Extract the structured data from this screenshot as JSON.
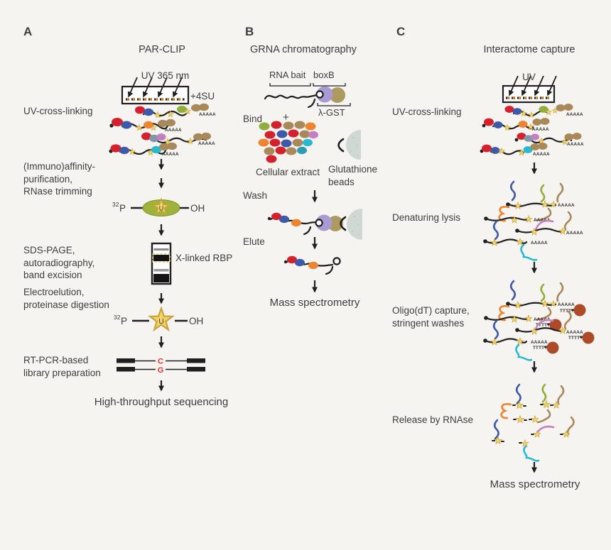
{
  "colors": {
    "bg": "#f5f4f1",
    "text": "#3d3d3d",
    "ink": "#1f1f1f",
    "red": "#d6202c",
    "blue": "#3d59a8",
    "orange": "#ef8430",
    "green": "#8fae3b",
    "tan": "#a9885a",
    "grayblue": "#7f98a8",
    "pink": "#c57fc0",
    "cyan": "#29b9d2",
    "teal": "#2a9db5",
    "star_fill": "#f2d468",
    "star_edge": "#caa53d",
    "olive_ellipse": "#9fb23a",
    "olive_edge": "#7f9631",
    "purple": "#a79bd2",
    "gst_olive": "#ac9a5e",
    "bead_gray": "#cfd8d2",
    "bead_rust": "#ad4a28",
    "dna_letter": "#e8332a",
    "gel_band_dash": "#d6c35e",
    "uv_strip_orange": "#e08a28"
  },
  "glyphs": {
    "poly_a": "AAAAA",
    "poly_t": "TTTTT",
    "uridine": "U",
    "base_c": "C",
    "base_g": "G",
    "iso_32": "32",
    "phosphor": "P",
    "hydroxyl": "OH"
  },
  "panel_a": {
    "letter": "A",
    "title": "PAR-CLIP",
    "uv_label": "UV 365 nm",
    "su_label": "+4SU",
    "step_crosslink": "UV-cross-linking",
    "step_purify": "(Immuno)affinity-\npurification,\nRNase trimming",
    "step_sds": "SDS-PAGE,\nautoradiography,\nband excision",
    "gel_label": "X-linked RBP",
    "step_electro": "Electroelution,\nproteinase digestion",
    "step_rtpcr": "RT-PCR-based\nlibrary preparation",
    "final": "High-throughput sequencing"
  },
  "panel_b": {
    "letter": "B",
    "title": "GRNA chromatography",
    "rna_bait": "RNA bait",
    "boxb": "boxB",
    "lambda_gst": "λ-GST",
    "bind": "Bind",
    "plus": "+",
    "extract": "Cellular extract",
    "glutathione": "Glutathione\nbeads",
    "wash": "Wash",
    "elute": "Elute",
    "final": "Mass spectrometry"
  },
  "panel_c": {
    "letter": "C",
    "title": "Interactome capture",
    "uv_label": "UV",
    "step_crosslink": "UV-cross-linking",
    "step_lysis": "Denaturing lysis",
    "step_oligo": "Oligo(dT) capture,\nstringent washes",
    "step_release": "Release by RNAse",
    "final": "Mass spectrometry"
  }
}
